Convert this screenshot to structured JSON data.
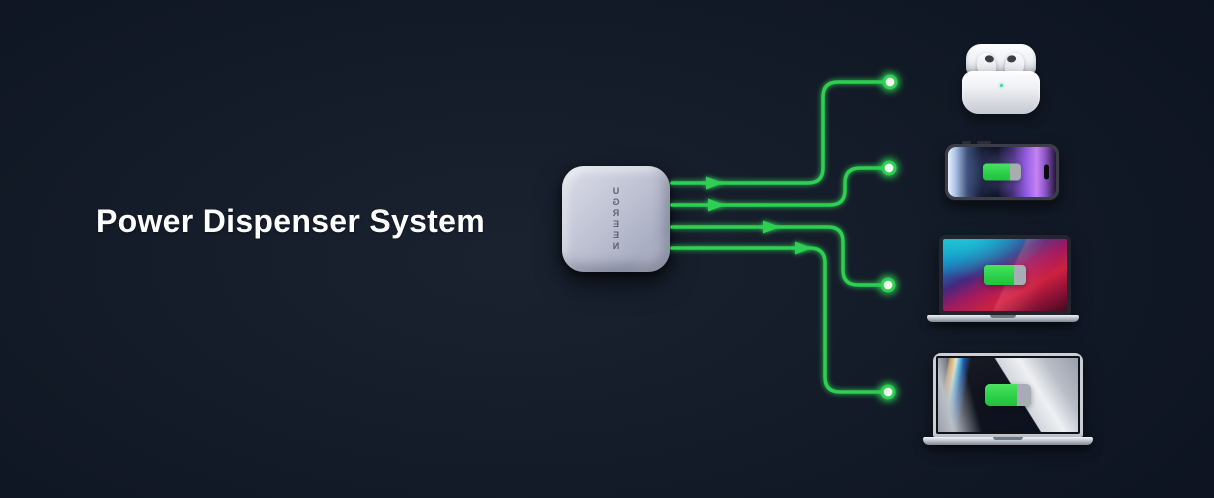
{
  "headline": "Power Dispenser System",
  "charger": {
    "brand": "UGREEN"
  },
  "devices": [
    {
      "id": "airpods-pro",
      "kind": "earbuds-case",
      "charging_indicator": "led"
    },
    {
      "id": "iphone",
      "kind": "phone",
      "battery_fill_percent": 72
    },
    {
      "id": "macbook-13",
      "kind": "laptop",
      "battery_fill_percent": 72
    },
    {
      "id": "macbook-16",
      "kind": "laptop",
      "battery_fill_percent": 70
    }
  ],
  "connections": [
    {
      "from": "charger",
      "to": "airpods-pro"
    },
    {
      "from": "charger",
      "to": "iphone"
    },
    {
      "from": "charger",
      "to": "macbook-13"
    },
    {
      "from": "charger",
      "to": "macbook-16"
    }
  ],
  "colors": {
    "accent_green": "#2ecf52",
    "node_core": "#eef6ee",
    "background_center": "#1a2230",
    "background_edge": "#0c1220",
    "headline_text": "#ffffff",
    "charger_body": "#bcc0d2"
  }
}
